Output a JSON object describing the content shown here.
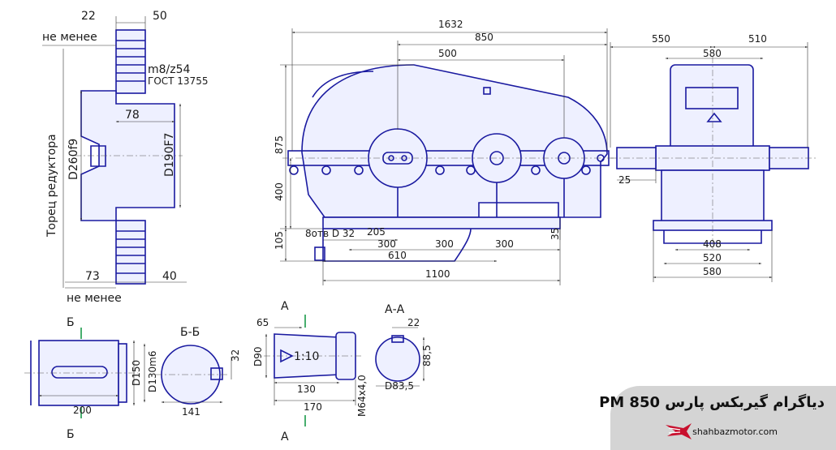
{
  "left_view": {
    "dim_top_left": "22",
    "dim_top_right": "50",
    "note_top": "не менее",
    "gear_module": "m8/z54",
    "gost": "ГОСТ 13755",
    "vertical_label": "Торец редуктора",
    "dim_d260": "D260f9",
    "dim_78": "78",
    "dim_d190": "D190F7",
    "dim_bottom_left": "73",
    "dim_bottom_right": "40",
    "note_bottom": "не менее"
  },
  "front_view": {
    "dim_1632": "1632",
    "dim_850": "850",
    "dim_500": "500",
    "dim_875": "875",
    "dim_400": "400",
    "dim_105": "105",
    "holes": "8отв D 32",
    "dim_205": "205",
    "dim_300a": "300",
    "dim_300b": "300",
    "dim_300c": "300",
    "dim_610": "610",
    "dim_35": "35",
    "dim_1100": "1100"
  },
  "side_view": {
    "dim_550": "550",
    "dim_510": "510",
    "dim_580_top": "580",
    "dim_25": "25",
    "dim_408": "408",
    "dim_520": "520",
    "dim_580_bottom": "580"
  },
  "shaft_b": {
    "marker_top": "Б",
    "marker_bottom": "Б",
    "dim_d150": "D150",
    "dim_d130": "D130m6",
    "dim_200": "200",
    "section_title": "Б-Б",
    "dim_32": "32",
    "dim_141": "141"
  },
  "shaft_a": {
    "marker_top": "А",
    "marker_bottom": "А",
    "dim_65": "65",
    "dim_d90": "D90",
    "taper": "1:10",
    "dim_130": "130",
    "dim_170": "170",
    "thread": "M64х4,0",
    "section_title": "А-А",
    "dim_22": "22",
    "dim_88": "88,5",
    "dim_d83": "D83,5"
  },
  "badge": {
    "title": "دیاگرام گیربکس پارس PM 850",
    "site": "shahbazmotor.com",
    "bg": "#d4d4d4",
    "logo_color": "#c8102e"
  }
}
